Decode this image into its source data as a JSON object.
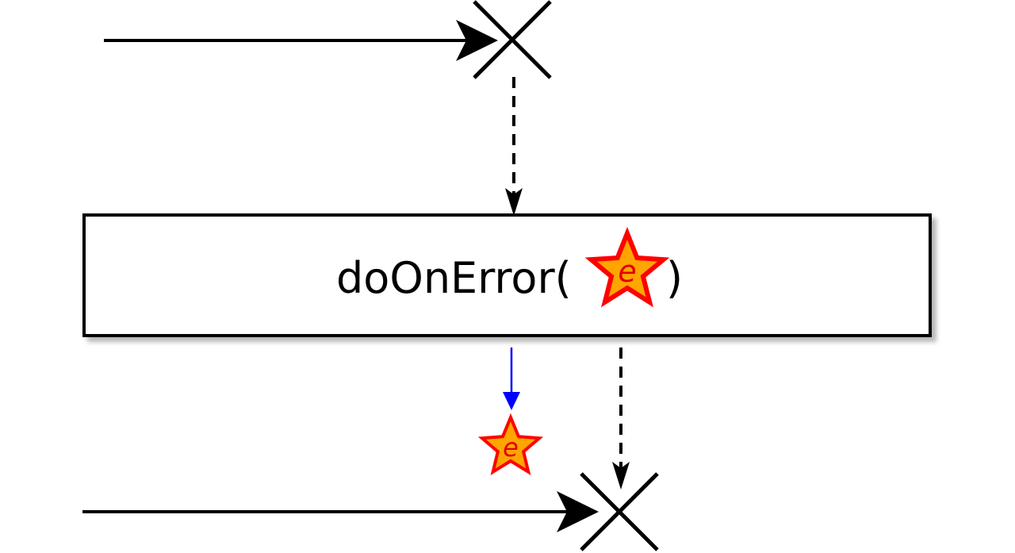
{
  "operator": {
    "prefix": "doOnError(",
    "suffix": ")",
    "param_letter": "e"
  },
  "emitted_event": {
    "letter": "e"
  },
  "colors": {
    "timeline": "#000000",
    "box_fill": "#ffffff",
    "box_stroke": "#000000",
    "box_shadow": "#bfbfbf",
    "star_fill": "#ffa500",
    "star_stroke": "#ff0000",
    "star_letter": "#e00000",
    "side_effect_arrow": "#0000ff"
  },
  "icons": {
    "source_error": "x-mark-icon",
    "result_error": "x-mark-icon",
    "error_star": "star-icon"
  }
}
